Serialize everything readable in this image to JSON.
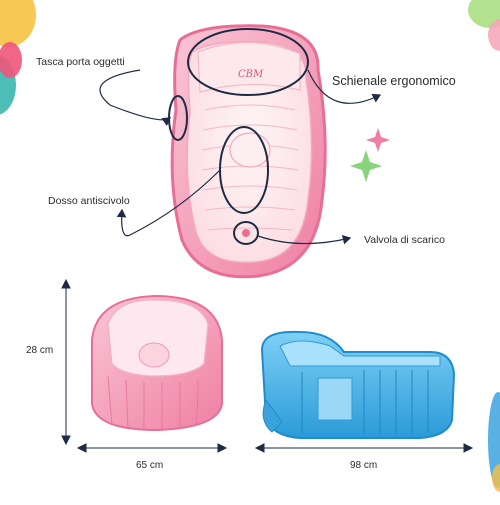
{
  "product": {
    "embroidery_text": "CBM",
    "accent_color": "#f27fa6",
    "blue_color": "#3aa7e0"
  },
  "callouts": {
    "pocket": "Tasca porta oggetti",
    "backrest": "Schienale ergonomico",
    "anti_slip": "Dosso antiscivolo",
    "drain_valve": "Valvola di scarico"
  },
  "dimensions": {
    "height": "28 cm",
    "width": "65 cm",
    "length": "98 cm"
  }
}
